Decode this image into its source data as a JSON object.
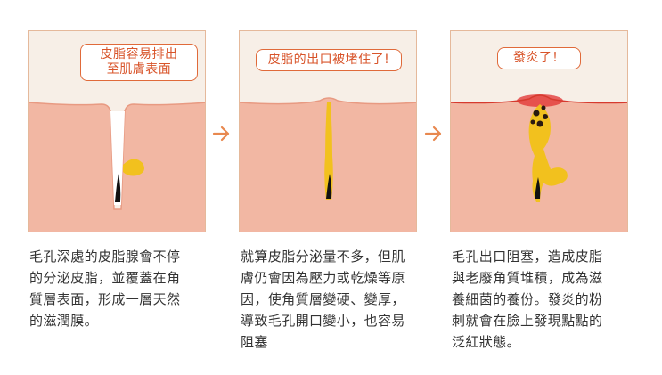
{
  "colors": {
    "frame_border": "#e5b99b",
    "panel_bg": "#f7efe7",
    "skin": "#f2b7a3",
    "sebum": "#f2c11e",
    "bubble_text": "#d8542a",
    "arrow": "#e8884f",
    "inflamed": "#e23030"
  },
  "panels": [
    {
      "bubble": "皮脂容易排出\n至肌膚表面",
      "caption": "毛孔深處的皮脂腺會不停\n的分泌皮脂，並覆蓋在角\n質層表面，形成一層天然\n的滋潤膜。"
    },
    {
      "bubble": "皮脂的出口被堵住了!",
      "caption": "就算皮脂分泌量不多，但肌\n膚仍會因為壓力或乾燥等原\n因，使角質層變硬、變厚，\n導致毛孔開口變小，也容易\n阻塞"
    },
    {
      "bubble": "發炎了！",
      "caption": "毛孔出口阻塞，造成皮脂\n與老廢角質堆積，成為滋\n養細菌的養份。發炎的粉\n刺就會在臉上發現點點的\n泛紅狀態。"
    }
  ],
  "icons": {
    "arrow_1": "arrow-right-icon",
    "arrow_2": "arrow-right-icon"
  }
}
